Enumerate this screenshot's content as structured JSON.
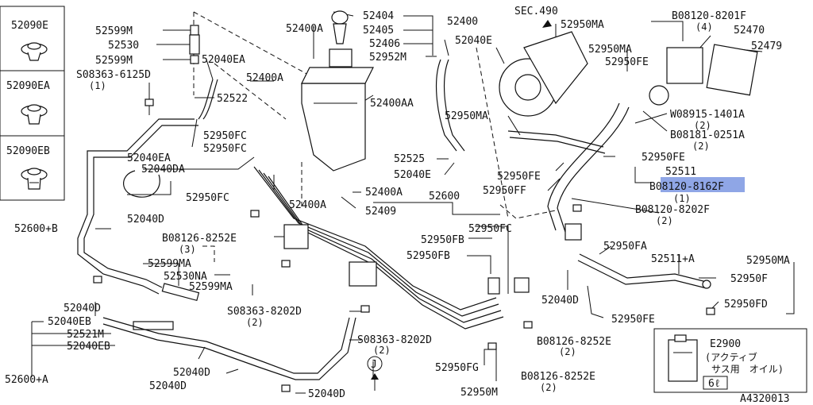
{
  "diagram_id": "A4320013",
  "legend_boxes": [
    {
      "code": "52090E"
    },
    {
      "code": "52090EA"
    },
    {
      "code": "52090EB"
    }
  ],
  "callouts": {
    "p52599M_a": "52599M",
    "p52530": "52530",
    "p52599M_b": "52599M",
    "p52040EA_a": "52040EA",
    "s08363_6125D": "S08363-6125D",
    "s08363_6125D_q": "(1)",
    "p52400A_a": "52400A",
    "p52522": "52522",
    "p52040EA_b": "52040EA",
    "p52040DA": "52040DA",
    "p52950FC_a": "52950FC",
    "p52950FC_b": "52950FC",
    "p52950FC_c": "52950FC",
    "p52040D_a": "52040D",
    "p52600B": "52600+B",
    "b08126_8252E_a": "B08126-8252E",
    "b08126_8252E_a_q": "(3)",
    "p52599MA_a": "52599MA",
    "p52530NA": "52530NA",
    "p52599MA_b": "52599MA",
    "p52040D_b": "52040D",
    "p52040EB_a": "52040EB",
    "p52521M": "52521M",
    "p52040EB_b": "52040EB",
    "p52600A": "52600+A",
    "p52040D_c": "52040D",
    "p52040D_d": "52040D",
    "p52040D_e": "52040D",
    "s08363_8202D_a": "S08363-8202D",
    "s08363_8202D_a_q": "(2)",
    "s08363_8202D_b": "S08363-8202D",
    "s08363_8202D_b_q": "(2)",
    "j_ref": "J",
    "p52404": "52404",
    "p52400": "52400",
    "p52400A_b": "52400A",
    "p52405": "52405",
    "p52406": "52406",
    "p52952M": "52952M",
    "p52400AA": "52400AA",
    "p52040E_a": "52040E",
    "p52525": "52525",
    "p52040E_b": "52040E",
    "p52400A_c": "52400A",
    "p52400A_d": "52400A",
    "p52409": "52409",
    "p52600": "52600",
    "sec490": "SEC.490",
    "p52950MA_a": "52950MA",
    "p52950MA_b": "52950MA",
    "p52950FE_a": "52950FE",
    "p52950MA_c": "52950MA",
    "p52950FE_b": "52950FE",
    "p52950FF": "52950FF",
    "p52950FC_d": "52950FC",
    "p52950FB": "52950FB",
    "p52950FB_b": "52950FB",
    "p52950FG": "52950FG",
    "p52950M": "52950M",
    "b08126_8252E_b": "B08126-8252E",
    "b08126_8252E_b_q": "(2)",
    "b08126_8252E_c": "B08126-8252E",
    "b08126_8252E_c_q": "(2)",
    "b08120_8201F": "B08120-8201F",
    "b08120_8201F_q": "(4)",
    "p52470": "52470",
    "p52479": "52479",
    "w08915_1401A": "W08915-1401A",
    "w08915_1401A_q": "(2)",
    "b08181_0251A": "B08181-0251A",
    "b08181_0251A_q": "(2)",
    "p52950FE_c": "52950FE",
    "p52511": "52511",
    "b08120_8162F": "B08120-8162F",
    "b08120_8162F_q": "(1)",
    "b08120_8202F": "B08120-8202F",
    "b08120_8202F_q": "(2)",
    "p52950FA": "52950FA",
    "p52511A": "52511+A",
    "p52950MA_d": "52950MA",
    "p52950F": "52950F",
    "p52950FD": "52950FD",
    "p52040D_f": "52040D",
    "p52950FE_d": "52950FE"
  },
  "inset": {
    "part": "E2900",
    "note_line1": "(アクティブ",
    "note_line2": "サス用　オイル)",
    "qty": "6ℓ"
  },
  "highlight_color": "#8fa6e6"
}
